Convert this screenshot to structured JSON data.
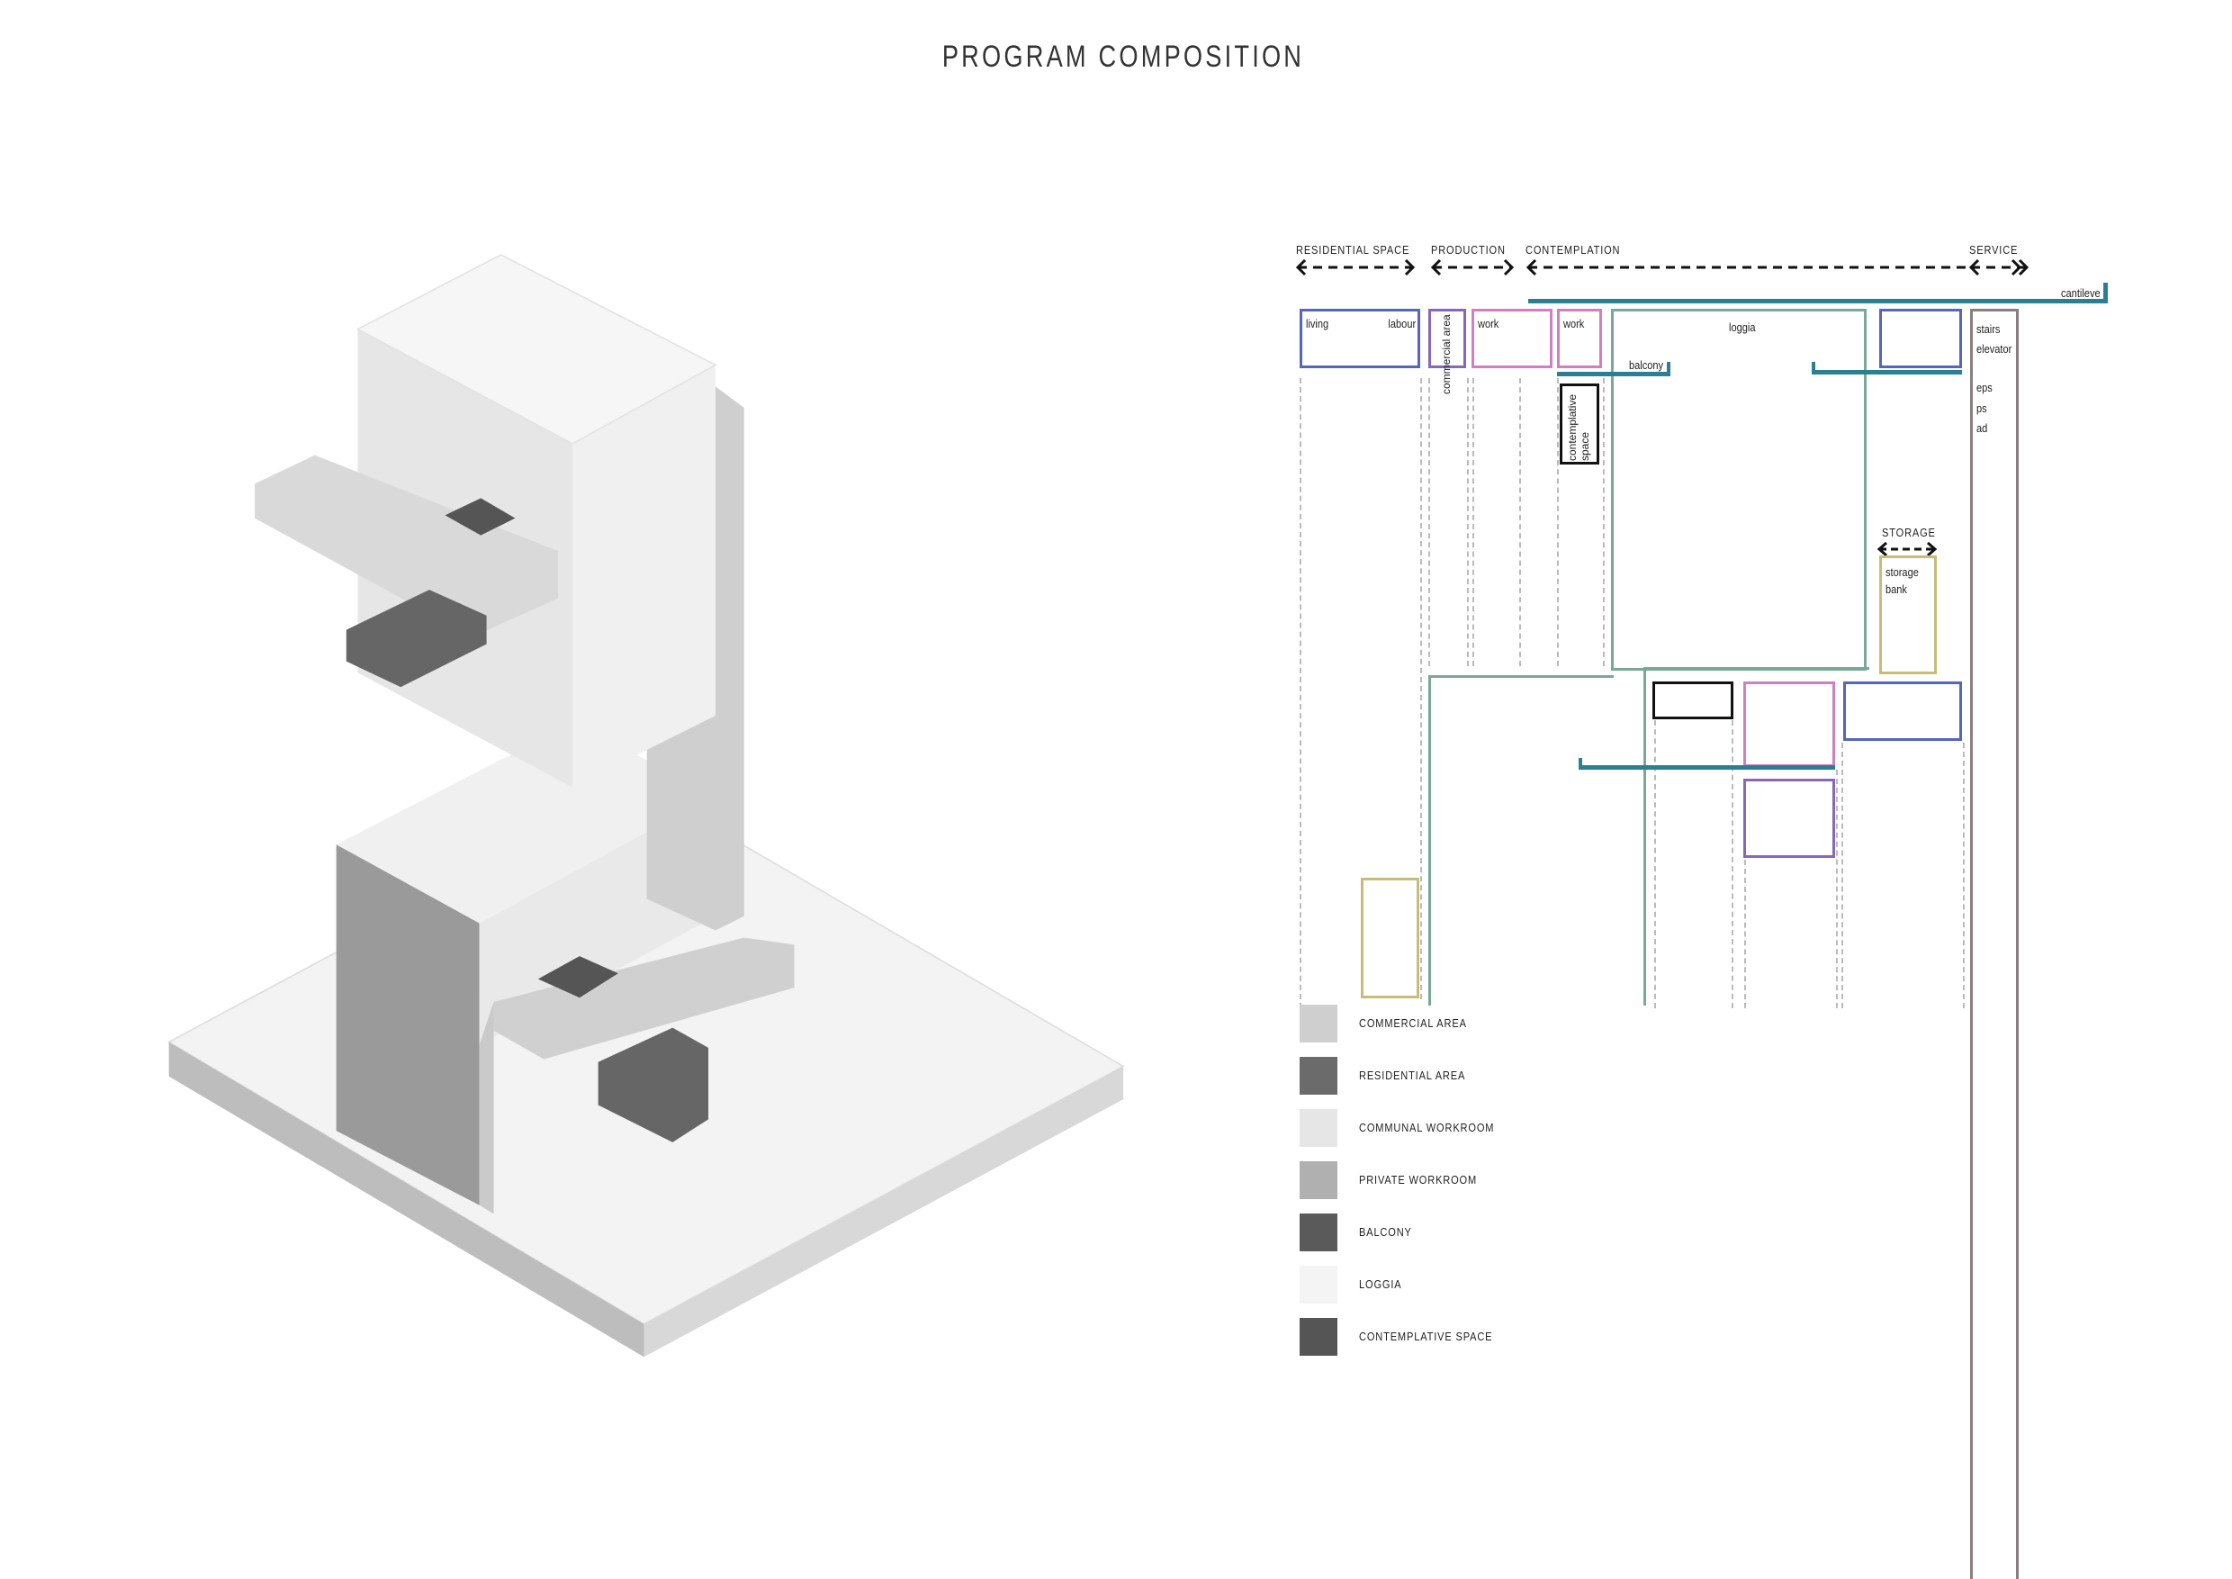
{
  "title": "PROGRAM COMPOSITION",
  "headers": {
    "residential": "RESIDENTIAL SPACE",
    "production": "PRODUCTION",
    "contemplation": "CONTEMPLATION",
    "service": "SERVICE",
    "storage": "STORAGE"
  },
  "labels": {
    "cantilever": "cantileve",
    "living": "living",
    "labour": "labour",
    "commercial": "commercial area",
    "work1": "work",
    "work2": "work",
    "loggia": "loggia",
    "balcony": "balcony",
    "contemplative": "contemplative space",
    "stairs": "stairs",
    "elevator": "elevator",
    "eps": "eps",
    "ps": "ps",
    "ad": "ad",
    "storage_bank": "storage bank"
  },
  "legend": [
    {
      "label": "COMMERCIAL AREA",
      "color": "#cfcfcf"
    },
    {
      "label": "RESIDENTIAL AREA",
      "color": "#6b6b6b"
    },
    {
      "label": "COMMUNAL WORKROOM",
      "color": "#e6e6e6"
    },
    {
      "label": "PRIVATE WORKROOM",
      "color": "#b0b0b0"
    },
    {
      "label": "BALCONY",
      "color": "#5a5a5a"
    },
    {
      "label": "LOGGIA",
      "color": "#f4f4f4"
    },
    {
      "label": "CONTEMPLATIVE SPACE",
      "color": "#555555"
    }
  ],
  "colors": {
    "blue": "#5566bb",
    "purple": "#8866bb",
    "pink": "#d080c0",
    "green": "#7aa898",
    "teal": "#2a8090",
    "grey": "#8a7f80",
    "yellow": "#c8bd78"
  }
}
